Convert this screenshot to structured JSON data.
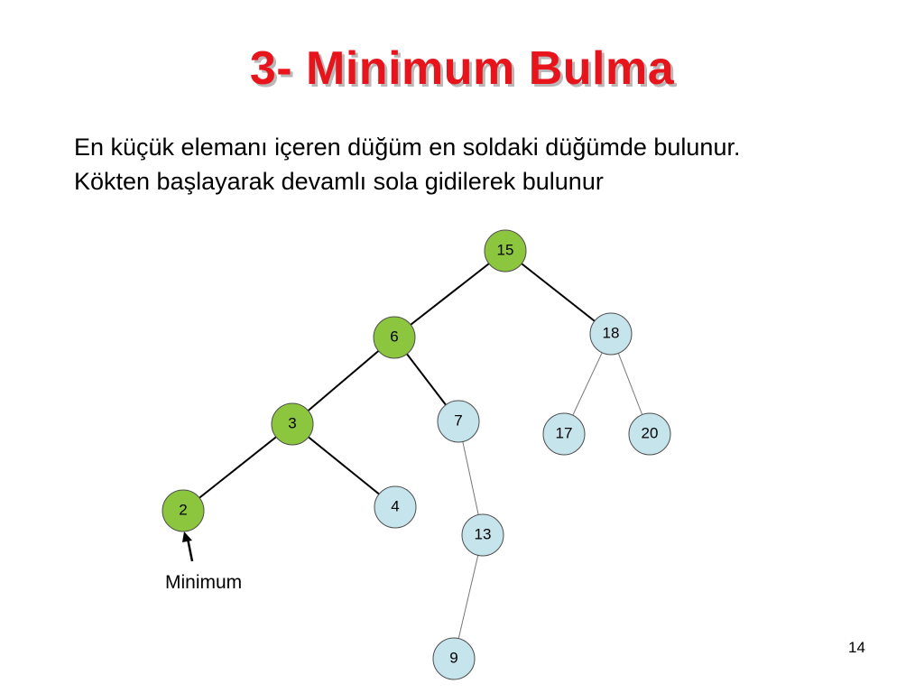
{
  "slide": {
    "title": "3- Minimum Bulma",
    "lines": [
      "En küçük elemanı içeren düğüm en soldaki düğümde bulunur.",
      "Kökten başlayarak devamlı sola gidilerek bulunur"
    ],
    "minimum_label": "Minimum",
    "page_number": "14"
  },
  "tree": {
    "colors": {
      "highlight_fill": "#8cc63f",
      "normal_fill": "#c5e4ec",
      "node_stroke": "#4d4d4d",
      "path_edge": "#000000",
      "normal_edge": "#777777"
    },
    "nodes": [
      {
        "id": "15",
        "label": "15",
        "highlighted": true
      },
      {
        "id": "6",
        "label": "6",
        "highlighted": true
      },
      {
        "id": "18",
        "label": "18",
        "highlighted": false
      },
      {
        "id": "3",
        "label": "3",
        "highlighted": true
      },
      {
        "id": "7",
        "label": "7",
        "highlighted": false
      },
      {
        "id": "17",
        "label": "17",
        "highlighted": false
      },
      {
        "id": "20",
        "label": "20",
        "highlighted": false
      },
      {
        "id": "2",
        "label": "2",
        "highlighted": true
      },
      {
        "id": "4",
        "label": "4",
        "highlighted": false
      },
      {
        "id": "13",
        "label": "13",
        "highlighted": false
      },
      {
        "id": "9",
        "label": "9",
        "highlighted": false
      }
    ],
    "edges": [
      {
        "from": "15",
        "to": "6",
        "bold": true
      },
      {
        "from": "15",
        "to": "18",
        "bold": true
      },
      {
        "from": "6",
        "to": "3",
        "bold": true
      },
      {
        "from": "6",
        "to": "7",
        "bold": true
      },
      {
        "from": "3",
        "to": "2",
        "bold": true
      },
      {
        "from": "3",
        "to": "4",
        "bold": true
      },
      {
        "from": "18",
        "to": "17",
        "bold": false
      },
      {
        "from": "18",
        "to": "20",
        "bold": false
      },
      {
        "from": "7",
        "to": "13",
        "bold": false
      },
      {
        "from": "13",
        "to": "9",
        "bold": false
      }
    ]
  }
}
